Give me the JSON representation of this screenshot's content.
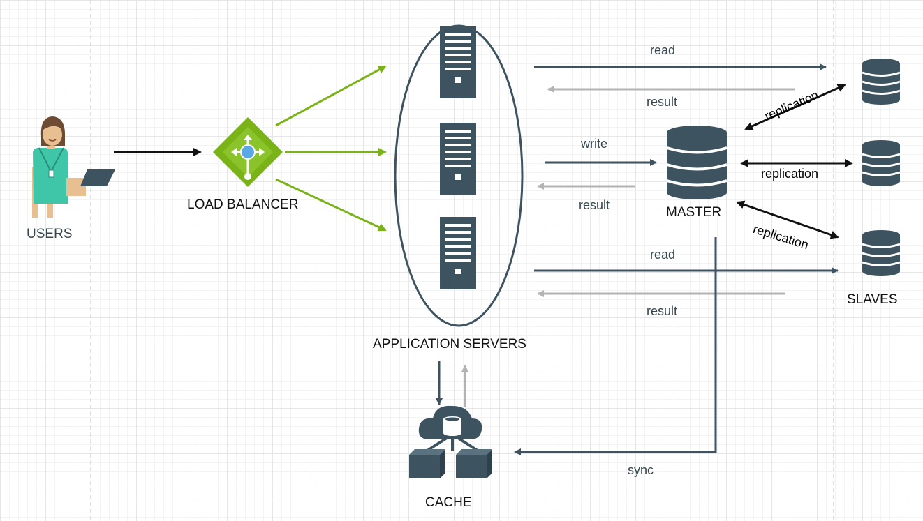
{
  "nodes": {
    "users": "USERS",
    "load_balancer": "LOAD BALANCER",
    "app_servers": "APPLICATION SERVERS",
    "master": "MASTER",
    "slaves": "SLAVES",
    "cache": "CACHE"
  },
  "edges": {
    "read_top": "read",
    "result_top": "result",
    "write": "write",
    "result_mid": "result",
    "read_bottom": "read",
    "result_bottom": "result",
    "replication_1": "replication",
    "replication_2": "replication",
    "replication_3": "replication",
    "sync": "sync"
  },
  "colors": {
    "slate": "#3d5360",
    "green": "#7ab317",
    "gray_return": "#b3b3b3",
    "black": "#111111",
    "person_shirt": "#3fc6a8",
    "person_skin": "#e8bf91"
  },
  "icons": [
    "person-icon",
    "laptop-icon",
    "load-balancer-icon",
    "server-icon",
    "database-icon",
    "cloud-database-icon",
    "cube-icon"
  ]
}
